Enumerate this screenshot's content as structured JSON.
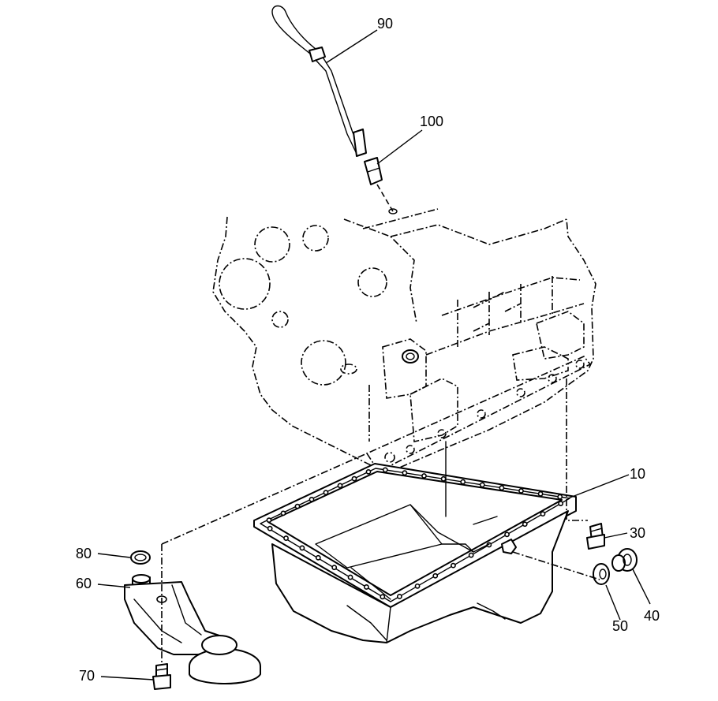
{
  "callouts": {
    "c90": "90",
    "c100": "100",
    "c10": "10",
    "c30": "30",
    "c40": "40",
    "c50": "50",
    "c60": "60",
    "c70": "70",
    "c80": "80"
  }
}
